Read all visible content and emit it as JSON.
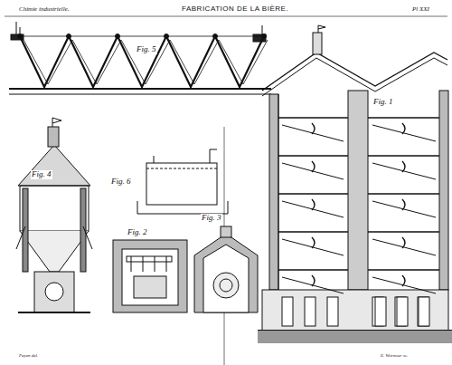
{
  "diagram": {
    "title": "FABRICATION DE LA BIÈRE.",
    "labels": [
      "Chimie industrielle.",
      "Pl XXI",
      "Fig. 5",
      "Fig. 1",
      "Fig. 4",
      "Fig. 6",
      "Fig. 2",
      "Fig. 3",
      "Payen del.",
      "E. Wormser sc."
    ]
  }
}
